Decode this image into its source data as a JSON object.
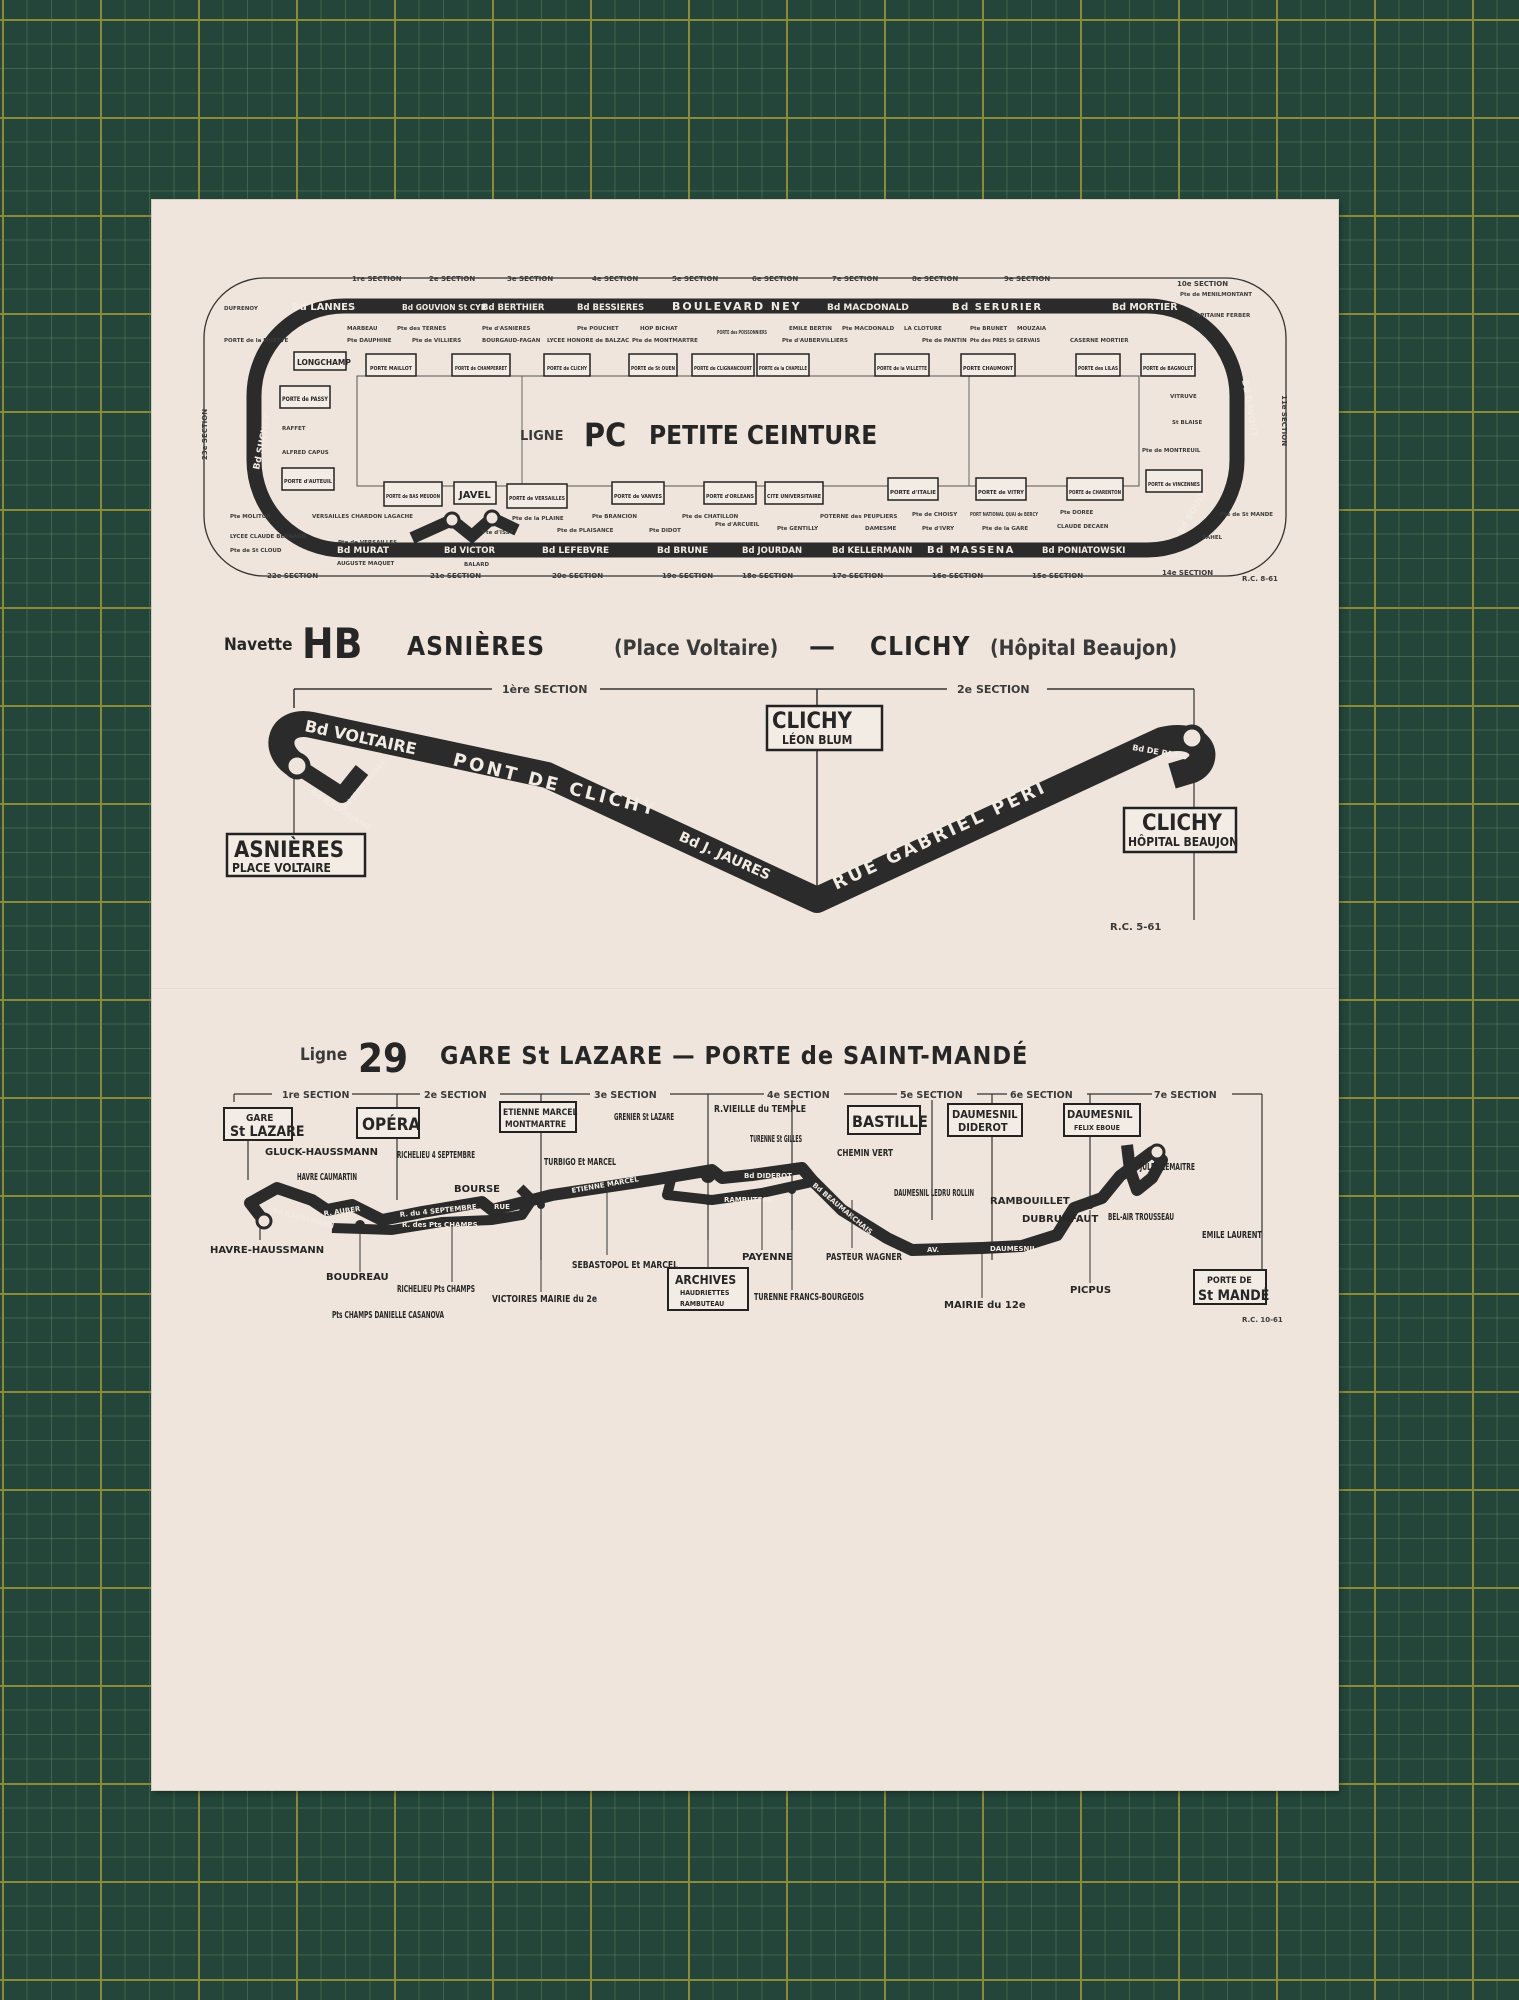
{
  "pc": {
    "ligne": "LIGNE",
    "code": "PC",
    "name": "PETITE CEINTURE",
    "ref": "R.C. 8-61",
    "sections_top": [
      "1re SECTION",
      "2e SECTION",
      "3e SECTION",
      "4e SECTION",
      "5e SECTION",
      "6e SECTION",
      "7e SECTION",
      "8e SECTION",
      "9e SECTION",
      "10e SECTION"
    ],
    "sections_bottom": [
      "22e SECTION",
      "21e SECTION",
      "20e SECTION",
      "19e SECTION",
      "18e SECTION",
      "17e SECTION",
      "16e SECTION",
      "15e SECTION",
      "14e SECTION"
    ],
    "side_sections": {
      "left": "23e SECTION",
      "right": "11e SECTION"
    },
    "boulevards_top": [
      "Bd LANNES",
      "Bd GOUVION St CYR",
      "Bd BERTHIER",
      "Bd BESSIERES",
      "BOULEVARD NEY",
      "Bd MACDONALD",
      "Bd SERURIER",
      "Bd MORTIER"
    ],
    "boulevards_bottom": [
      "Bd MURAT",
      "Bd VICTOR",
      "Bd LEFEBVRE",
      "Bd BRUNE",
      "Bd JOURDAN",
      "Bd KELLERMANN",
      "Bd MASSENA",
      "Bd PONIATOWSKI",
      "Bd SOULT",
      "Bd DAVOUT",
      "Bd SUCHET"
    ],
    "portes_top": [
      "PORTE MAILLOT",
      "PORTE de CHAMPERRET",
      "PORTE de CLICHY",
      "PORTE de St OUEN",
      "PORTE de CLIGNANCOURT",
      "PORTE de la CHAPELLE",
      "PORTE de la VILLETTE",
      "PORTE CHAUMONT",
      "PORTE des LILAS",
      "PORTE de BAGNOLET"
    ],
    "portes_bottom": [
      "PORTE d'AUTEUIL",
      "PORTE de BAS MEUDON",
      "JAVEL",
      "PORTE de VERSAILLES",
      "PORTE de VANVES",
      "PORTE d'ORLEANS",
      "CITE UNIVERSITAIRE",
      "PORTE d'ITALIE",
      "PORTE de VITRY",
      "PORTE de CHARENTON",
      "PORTE de VINCENNES"
    ],
    "portes_left": [
      "LONGCHAMP",
      "PORTE de PASSY"
    ],
    "stops_small_top": [
      "DUFRENOY",
      "PORTE de la MUETTE",
      "MARBEAU",
      "Pte DAUPHINE",
      "Pte des TERNES",
      "Pte de VILLIERS",
      "Pte d'ASNIERES",
      "BOURGAUD-FAGAN",
      "Pte POUCHET",
      "LYCEE HONORE de BALZAC",
      "HOP BICHAT",
      "Pte de MONTMARTRE",
      "PORTE des POISSONNIERS",
      "EMILE BERTIN",
      "Pte MACDONALD",
      "Pte d'AUBERVILLIERS",
      "LA CLOTURE",
      "Pte de PANTIN",
      "Pte BRUNET",
      "MOUZAIA",
      "Pte des PRES St GERVAIS",
      "CASERNE MORTIER",
      "Pte de MENILMONTANT",
      "CAPITAINE FERBER"
    ],
    "stops_small_left": [
      "RAFFET",
      "ALFRED CAPUS"
    ],
    "stops_small_right": [
      "VITRUVE",
      "St BLAISE",
      "Pte de MONTREUIL"
    ],
    "stops_small_bottom": [
      "Pte MOLITOR",
      "LYCEE CLAUDE BERNARD",
      "Pte de St CLOUD",
      "Pte de VERSAILLES",
      "AUGUSTE MAQUET",
      "VERSAILLES CHARDON LAGACHE",
      "BALARD",
      "Pte d'ISSY",
      "Pte de la PLAINE",
      "Pte de PLAISANCE",
      "Pte BRANCION",
      "Pte DIDOT",
      "Pte de CHATILLON",
      "Pte d'ARCUEIL",
      "Pte GENTILLY",
      "POTERNE des PEUPLIERS",
      "DAMESME",
      "Pte de CHOISY",
      "Pte d'IVRY",
      "PORT NATIONAL QUAI de BERCY",
      "Pte de la GARE",
      "Pte DOREE",
      "CLAUDE DECAEN",
      "Pte de St MANDE",
      "SAHEL"
    ]
  },
  "hb": {
    "navette": "Navette",
    "code": "HB",
    "from": "ASNIÈRES",
    "from_sub": "(Place Voltaire)",
    "dash": "—",
    "to": "CLICHY",
    "to_sub": "(Hôpital Beaujon)",
    "sections": [
      "1ère SECTION",
      "2e SECTION"
    ],
    "streets": [
      "Bd VOLTAIRE",
      "PONT DE CLICHY",
      "Bd J. JAURES",
      "RUE GABRIEL PERI",
      "Bd NADORIAME",
      "Bd JEAN JAURES",
      "Bd DE PARIS"
    ],
    "stops": {
      "asnieres": [
        "ASNIÈRES",
        "PLACE VOLTAIRE"
      ],
      "leon_blum": [
        "CLICHY",
        "LÉON BLUM"
      ],
      "beaujon": [
        "CLICHY",
        "HÔPITAL BEAUJON"
      ]
    },
    "ref": "R.C. 5-61"
  },
  "l29": {
    "ligne": "Ligne",
    "code": "29",
    "title": "GARE St LAZARE — PORTE de SAINT-MANDÉ",
    "sections": [
      "1re SECTION",
      "2e SECTION",
      "3e SECTION",
      "4e SECTION",
      "5e SECTION",
      "6e SECTION",
      "7e SECTION"
    ],
    "terminals": {
      "start": [
        "GARE",
        "St LAZARE"
      ],
      "end": [
        "PORTE DE",
        "St MANDÉ"
      ]
    },
    "boxed": [
      "OPÉRA",
      "BASTILLE"
    ],
    "boxed_two": [
      [
        "ETIENNE MARCEL",
        "MONTMARTRE"
      ],
      [
        "DAUMESNIL",
        "DIDEROT"
      ],
      [
        "DAUMESNIL",
        "FELIX EBOUE"
      ]
    ],
    "archives": [
      "ARCHIVES",
      "HAUDRIETTES",
      "RAMBUTEAU"
    ],
    "stops_top": [
      "GLUCK-HAUSSMANN",
      "HAVRE CAUMARTIN",
      "RICHELIEU 4 SEPTEMBRE",
      "BOURSE",
      "TURBIGO Et MARCEL",
      "GRENIER St LAZARE",
      "R.VIEILLE du TEMPLE",
      "TURENNE St GILLES",
      "CHEMIN VERT",
      "DAUMESNIL LEDRU ROLLIN",
      "RAMBOUILLET",
      "DUBRUNFAUT",
      "JULES LEMAITRE",
      "BEL-AIR TROUSSEAU",
      "EMILE LAURENT"
    ],
    "stops_bottom": [
      "HAVRE-HAUSSMANN",
      "BOUDREAU",
      "RICHELIEU Pts CHAMPS",
      "Pts CHAMPS DANIELLE CASANOVA",
      "VICTOIRES MAIRIE du 2e",
      "SEBASTOPOL Et MARCEL",
      "PAYENNE",
      "TURENNE FRANCS-BOURGEOIS",
      "PASTEUR WAGNER",
      "MAIRIE du 12e",
      "PICPUS"
    ],
    "streets": [
      "Bd HAUSSMANN",
      "R. AUBER",
      "R. du 4 SEPTEMBRE",
      "R. des Pts CHAMPS",
      "RUE",
      "ETIENNE MARCEL",
      "RAMBUTEAU",
      "Bd BEAUMARCHAIS",
      "AV.",
      "DAUMESNIL",
      "Bd DIDEROT"
    ],
    "ref": "R.C. 10-61"
  }
}
